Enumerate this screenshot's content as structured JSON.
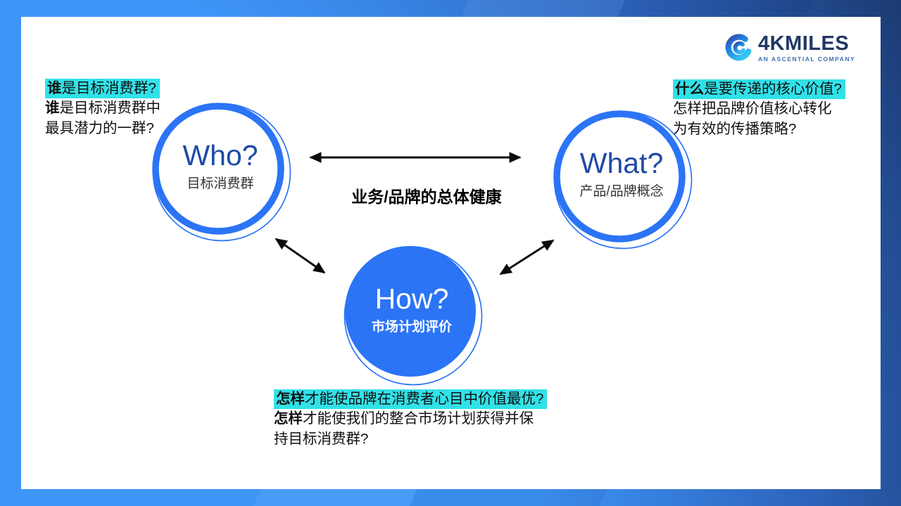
{
  "slide": {
    "logo": {
      "wordmark": "4KMILES",
      "tagline": "AN ASCENTIAL COMPANY"
    },
    "center_label": "业务/品牌的总体健康",
    "nodes": {
      "who": {
        "title": "Who?",
        "subtitle": "目标消费群"
      },
      "what": {
        "title": "What?",
        "subtitle": "产品/品牌概念"
      },
      "how": {
        "title": "How?",
        "subtitle": "市场计划评价"
      }
    },
    "annotations": {
      "top_left": {
        "line1_bold": "谁",
        "line1_rest": "是目标消费群?",
        "line2_bold": "谁",
        "line2_rest": "是目标消费群中",
        "line3": "最具潜力的一群?"
      },
      "top_right": {
        "line1_bold": "什么",
        "line1_rest": "是要传递的核心价值?",
        "line2": "怎样把品牌价值核心转化",
        "line3": "为有效的传播策略?"
      },
      "bottom": {
        "line1_bold": "怎样",
        "line1_rest": "才能使品牌在消费者心目中价值最优?",
        "line2_bold": "怎样",
        "line2_rest": "才能使我们的整合市场计划获得并保",
        "line3": "持目标消费群?"
      }
    },
    "colors": {
      "highlight_cyan": "#32E1E8",
      "ring_blue": "#2B74F6",
      "node_title_blue": "#1E4BA5",
      "logo_navy": "#1F3864",
      "logo_tagline_blue": "#3F6FAE",
      "frame_bright_blue": "#3E95F7",
      "frame_mid_blue": "#2D64BD",
      "frame_dark_navy": "#1C3A72",
      "arrow_black": "#0B0B0B"
    }
  }
}
